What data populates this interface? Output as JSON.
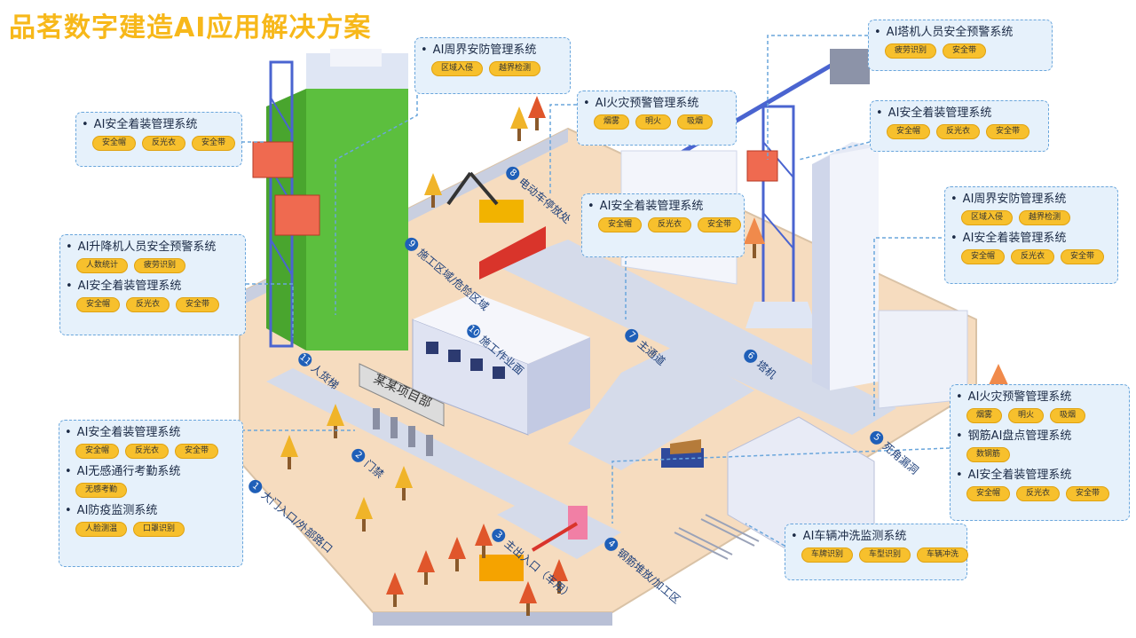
{
  "title": "品茗数字建造AI应用解决方案",
  "panels": [
    {
      "systems": [
        {
          "name": "AI周界安防管理系统",
          "tags": [
            "区域入侵",
            "越界检测"
          ]
        }
      ]
    },
    {
      "systems": [
        {
          "name": "AI塔机人员安全预警系统",
          "tags": [
            "疲劳识别",
            "安全带"
          ]
        }
      ]
    },
    {
      "systems": [
        {
          "name": "AI安全着装管理系统",
          "tags": [
            "安全帽",
            "反光衣",
            "安全带"
          ]
        }
      ]
    },
    {
      "systems": [
        {
          "name": "AI火灾预警管理系统",
          "tags": [
            "烟雾",
            "明火",
            "吸烟"
          ]
        }
      ]
    },
    {
      "systems": [
        {
          "name": "AI安全着装管理系统",
          "tags": [
            "安全帽",
            "反光衣",
            "安全带"
          ]
        }
      ]
    },
    {
      "systems": [
        {
          "name": "AI安全着装管理系统",
          "tags": [
            "安全帽",
            "反光衣",
            "安全带"
          ]
        }
      ]
    },
    {
      "systems": [
        {
          "name": "AI周界安防管理系统",
          "tags": [
            "区域入侵",
            "越界检测"
          ]
        },
        {
          "name": "AI安全着装管理系统",
          "tags": [
            "安全帽",
            "反光衣",
            "安全带"
          ]
        }
      ]
    },
    {
      "systems": [
        {
          "name": "AI升降机人员安全预警系统",
          "tags": [
            "人数统计",
            "疲劳识别"
          ]
        },
        {
          "name": "AI安全着装管理系统",
          "tags": [
            "安全帽",
            "反光衣",
            "安全带"
          ]
        }
      ]
    },
    {
      "systems": [
        {
          "name": "AI火灾预警管理系统",
          "tags": [
            "烟雾",
            "明火",
            "吸烟"
          ]
        },
        {
          "name": "钢筋AI盘点管理系统",
          "tags": [
            "数钢筋"
          ]
        },
        {
          "name": "AI安全着装管理系统",
          "tags": [
            "安全帽",
            "反光衣",
            "安全带"
          ]
        }
      ]
    },
    {
      "systems": [
        {
          "name": "AI安全着装管理系统",
          "tags": [
            "安全帽",
            "反光衣",
            "安全带"
          ]
        },
        {
          "name": "AI无感通行考勤系统",
          "tags": [
            "无感考勤"
          ]
        },
        {
          "name": "AI防疫监测系统",
          "tags": [
            "人脸测温",
            "口罩识别"
          ]
        }
      ]
    },
    {
      "systems": [
        {
          "name": "AI车辆冲洗监测系统",
          "tags": [
            "车牌识别",
            "车型识别",
            "车辆冲洗"
          ]
        }
      ]
    }
  ],
  "zones": [
    {
      "num": "1",
      "label": "大门入口/外部路口"
    },
    {
      "num": "2",
      "label": "门禁"
    },
    {
      "num": "3",
      "label": "主出入口（车用）"
    },
    {
      "num": "4",
      "label": "钢筋堆放/加工区"
    },
    {
      "num": "5",
      "label": "死角漏洞"
    },
    {
      "num": "6",
      "label": "塔机"
    },
    {
      "num": "7",
      "label": "主通道"
    },
    {
      "num": "8",
      "label": "电动车停放处"
    },
    {
      "num": "9",
      "label": "施工区域/危险区域"
    },
    {
      "num": "10",
      "label": "施工作业面"
    },
    {
      "num": "11",
      "label": "人货梯"
    }
  ],
  "sign_text": "某某项目部",
  "colors": {
    "tag": "#f7c02d",
    "panel_bg": "#e6f1fb",
    "panel_border": "#6aa6dc",
    "title": "#f7b81a",
    "ground": "#f4d9bd",
    "road": "#cfd6e8",
    "green_building": "#5cbf3e",
    "zone_badge": "#1f5fb8"
  }
}
